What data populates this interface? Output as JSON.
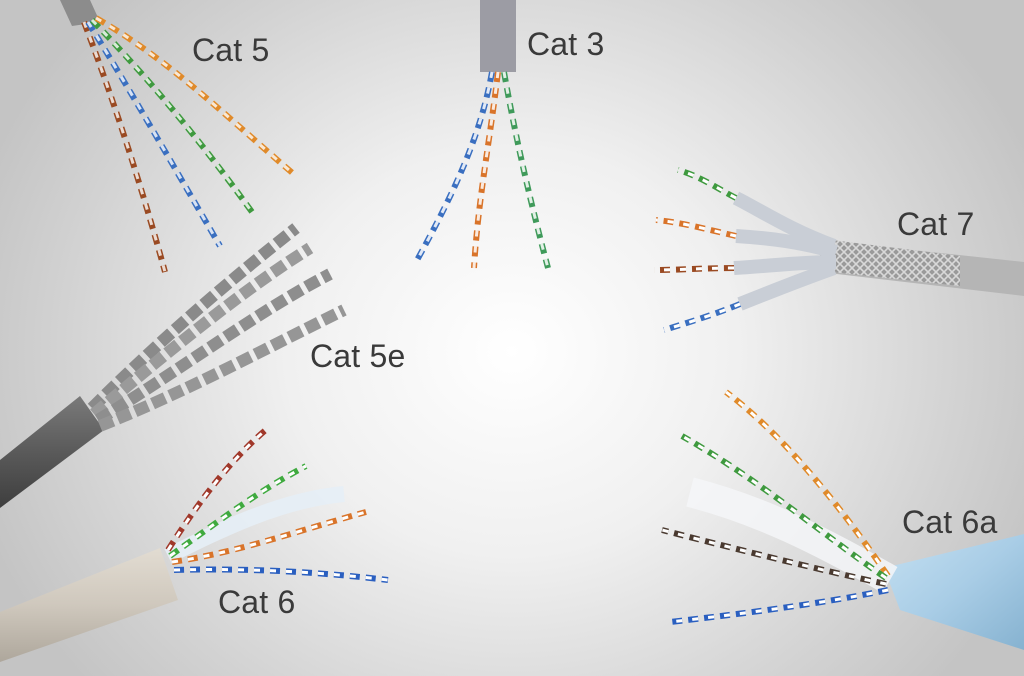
{
  "image": {
    "description_labels": [
      "Cat 5",
      "Cat 3",
      "Cat 7",
      "Cat 5e",
      "Cat 6",
      "Cat 6a"
    ]
  },
  "labels": {
    "cat5": "Cat 5",
    "cat3": "Cat 3",
    "cat7": "Cat 7",
    "cat5e": "Cat 5e",
    "cat6": "Cat 6",
    "cat6a": "Cat 6a"
  },
  "colors": {
    "wire_orange": "#e08a2a",
    "wire_green": "#3f9a3f",
    "wire_blue": "#3a6fc0",
    "wire_brown": "#9a4a22",
    "wire_gray": "#8a8a8a",
    "jacket_cat5e": "#5a5a5a",
    "jacket_cat6": "#cfc8bd",
    "jacket_cat6a": "#a9cde6",
    "jacket_cat7": "#b5b5b5",
    "shield_foil": "#c9ced6"
  }
}
